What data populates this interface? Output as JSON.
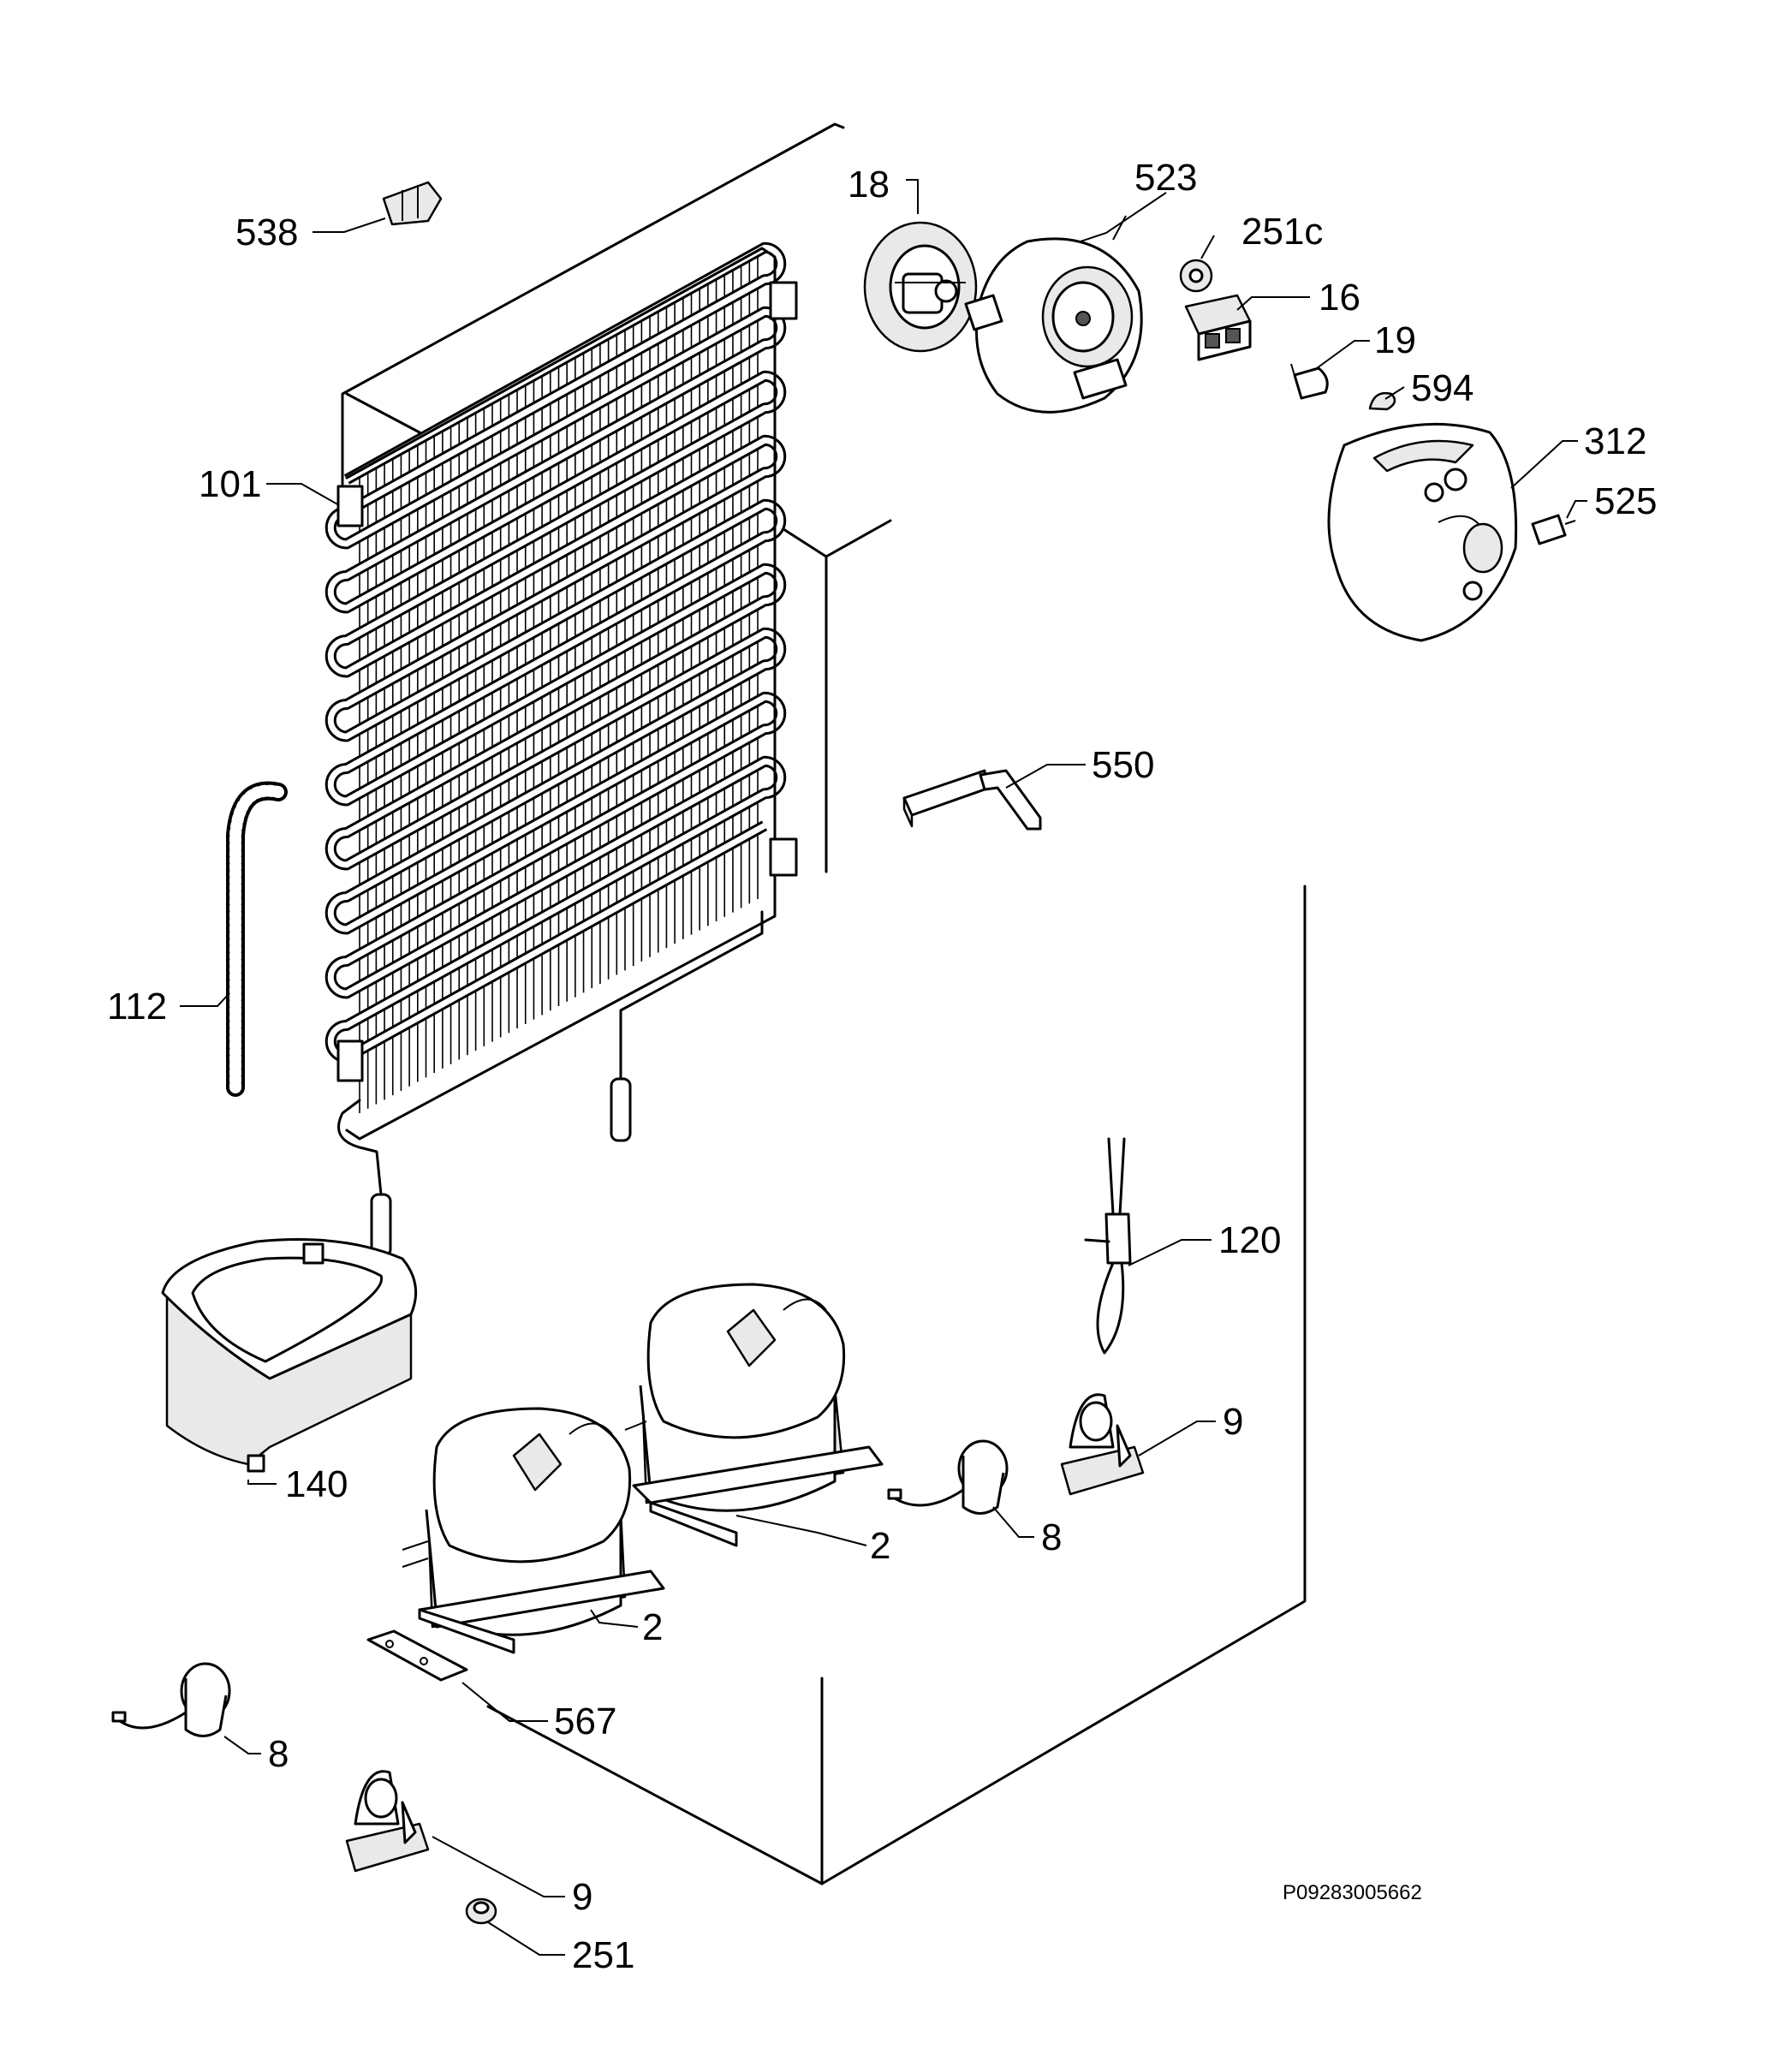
{
  "diagram": {
    "document_code": "P09283005662",
    "callouts": [
      {
        "id": "538",
        "text": "538"
      },
      {
        "id": "18",
        "text": "18"
      },
      {
        "id": "523",
        "text": "523"
      },
      {
        "id": "251c",
        "text": "251c"
      },
      {
        "id": "16",
        "text": "16"
      },
      {
        "id": "19",
        "text": "19"
      },
      {
        "id": "594",
        "text": "594"
      },
      {
        "id": "312",
        "text": "312"
      },
      {
        "id": "525",
        "text": "525"
      },
      {
        "id": "101",
        "text": "101"
      },
      {
        "id": "550",
        "text": "550"
      },
      {
        "id": "112",
        "text": "112"
      },
      {
        "id": "120",
        "text": "120"
      },
      {
        "id": "9a",
        "text": "9"
      },
      {
        "id": "140",
        "text": "140"
      },
      {
        "id": "2a",
        "text": "2"
      },
      {
        "id": "8a",
        "text": "8"
      },
      {
        "id": "2b",
        "text": "2"
      },
      {
        "id": "567",
        "text": "567"
      },
      {
        "id": "8b",
        "text": "8"
      },
      {
        "id": "9b",
        "text": "9"
      },
      {
        "id": "251",
        "text": "251"
      }
    ]
  }
}
